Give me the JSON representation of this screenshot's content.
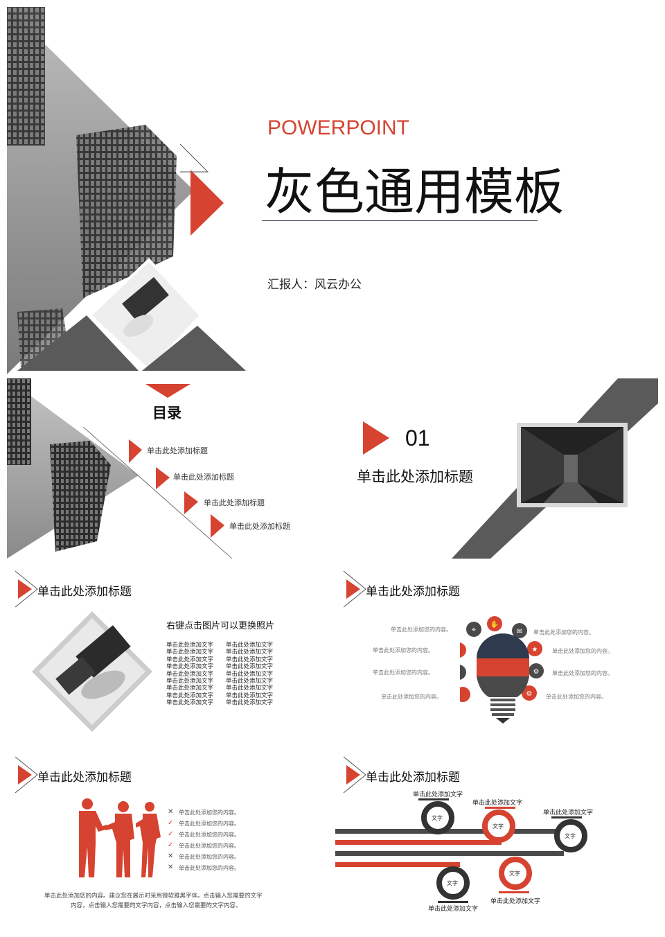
{
  "cover": {
    "subtitle_en": "POWERPOINT",
    "title": "灰色通用模板",
    "reporter": "汇报人：风云办公"
  },
  "toc": {
    "heading": "目录",
    "items": [
      "单击此处添加标题",
      "单击此处添加标题",
      "单击此处添加标题",
      "单击此处添加标题"
    ]
  },
  "section": {
    "number": "01",
    "title": "单击此处添加标题"
  },
  "slide_photo": {
    "title": "单击此处添加标题",
    "caption": "右键点击图片可以更换照片",
    "col_item": "单击此处添加文字",
    "rows": 9
  },
  "slide_bulb": {
    "title": "单击此处添加标题",
    "left_labels": [
      "单击此处添加您的内容。",
      "单击此处添加您的内容。",
      "单击此处添加您的内容。",
      "单击此处添加您的内容。"
    ],
    "right_labels": [
      "单击此处添加您的内容。",
      "单击此处添加您的内容。",
      "单击此处添加您的内容。",
      "单击此处添加您的内容。"
    ],
    "colors": {
      "red": "#d64330",
      "dark": "#4a4a4a",
      "navy": "#2f3a4f"
    }
  },
  "slide_people": {
    "title": "单击此处添加标题",
    "checklist": [
      {
        "mark": "✕",
        "text": "单击此处添加您的内容。"
      },
      {
        "mark": "✓",
        "text": "单击此处添加您的内容。"
      },
      {
        "mark": "✓",
        "text": "单击此处添加您的内容。"
      },
      {
        "mark": "✓",
        "text": "单击此处添加您的内容。"
      },
      {
        "mark": "✕",
        "text": "单击此处添加您的内容。"
      },
      {
        "mark": "✕",
        "text": "单击此处添加您的内容。"
      }
    ],
    "paragraph_line1": "单击此处添加您的内容。建议您在展示时采用微软雅黑字体。点击输入您需要的文字",
    "paragraph_line2": "内容，点击输入您需要的文字内容，点击输入您需要的文字内容。"
  },
  "slide_timeline": {
    "title": "单击此处添加标题",
    "node_label": "文字",
    "caption": "单击此处添加文字"
  }
}
